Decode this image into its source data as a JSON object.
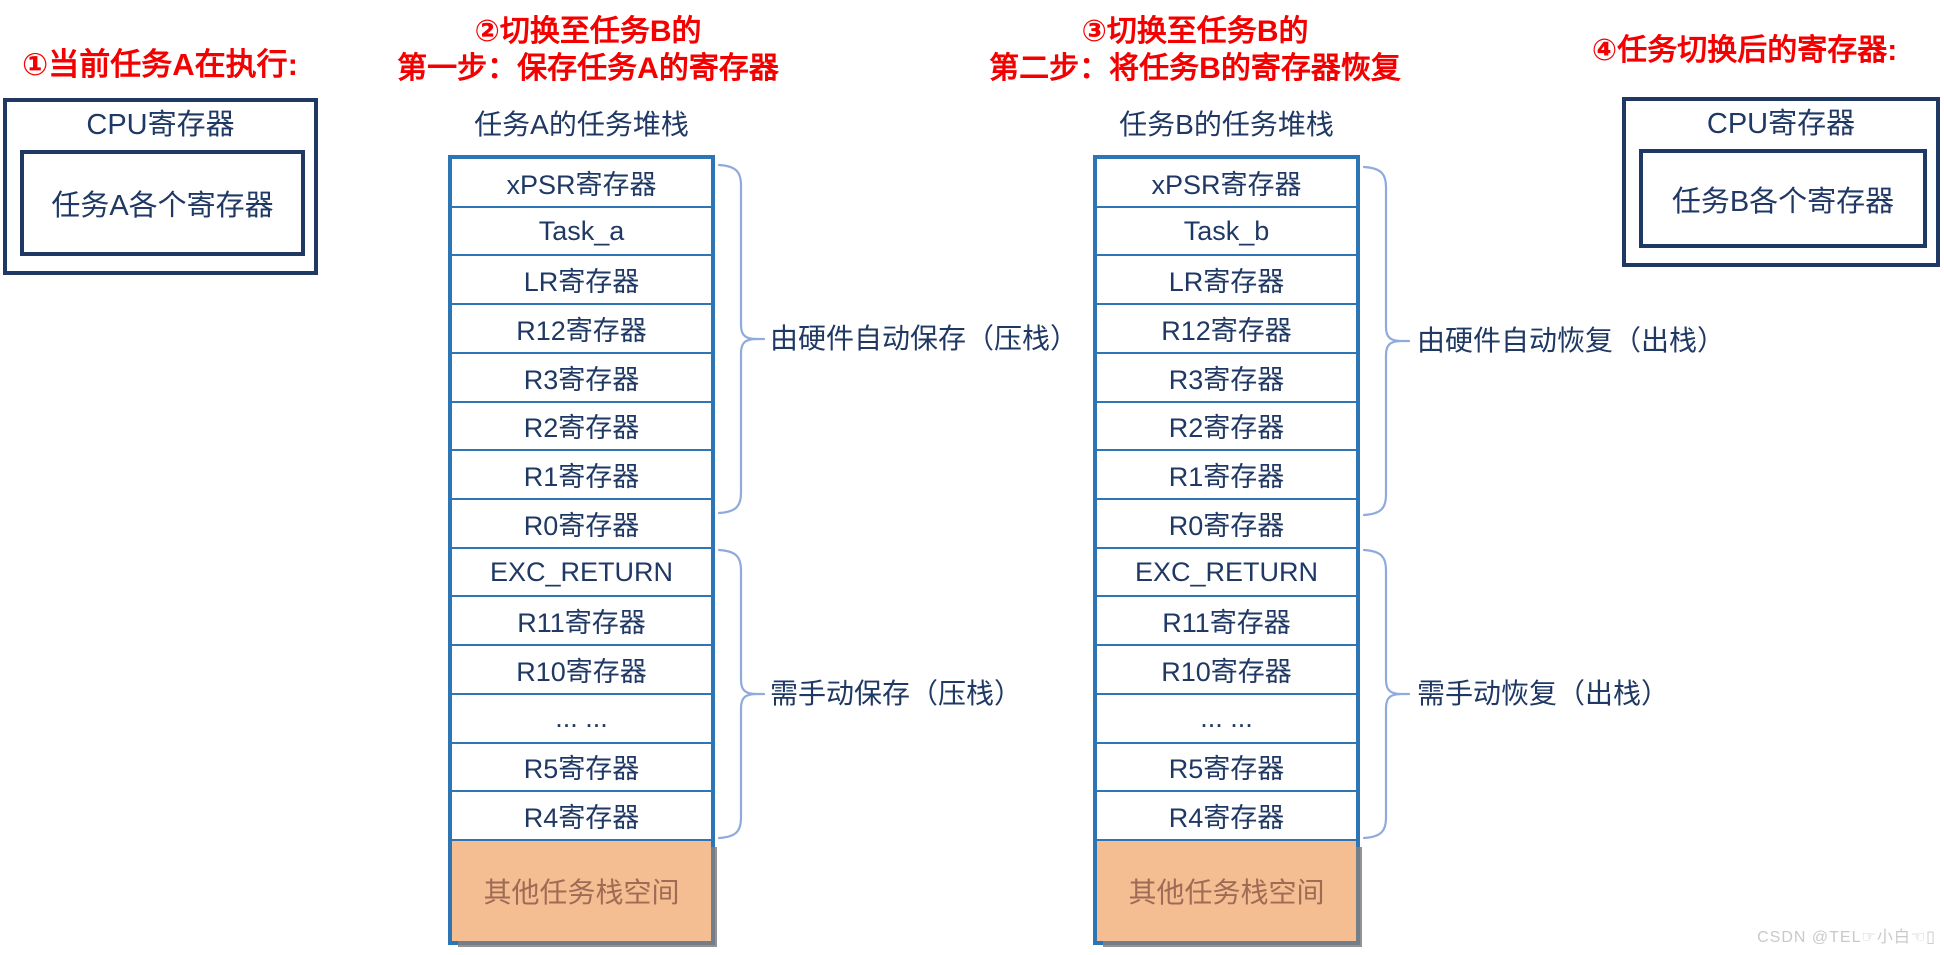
{
  "panel1": {
    "title": "①当前任务A在执行:",
    "box_title": "CPU寄存器",
    "box_content": "任务A各个寄存器"
  },
  "panel2": {
    "title": "②切换至任务B的\n第一步：保存任务A的寄存器",
    "stack_title": "任务A的任务堆栈",
    "rows": [
      "xPSR寄存器",
      "Task_a",
      "LR寄存器",
      "R12寄存器",
      "R3寄存器",
      "R2寄存器",
      "R1寄存器",
      "R0寄存器",
      "EXC_RETURN",
      "R11寄存器",
      "R10寄存器",
      "... ...",
      "R5寄存器",
      "R4寄存器"
    ],
    "bottom_cell": "其他任务栈空间",
    "brace_hw_label": "由硬件自动保存（压栈）",
    "brace_manual_label": "需手动保存（压栈）"
  },
  "panel3": {
    "title": "③切换至任务B的\n第二步：将任务B的寄存器恢复",
    "stack_title": "任务B的任务堆栈",
    "rows": [
      "xPSR寄存器",
      "Task_b",
      "LR寄存器",
      "R12寄存器",
      "R3寄存器",
      "R2寄存器",
      "R1寄存器",
      "R0寄存器",
      "EXC_RETURN",
      "R11寄存器",
      "R10寄存器",
      "... ...",
      "R5寄存器",
      "R4寄存器"
    ],
    "bottom_cell": "其他任务栈空间",
    "brace_hw_label": "由硬件自动恢复（出栈）",
    "brace_manual_label": "需手动恢复（出栈）"
  },
  "panel4": {
    "title": "④任务切换后的寄存器:",
    "box_title": "CPU寄存器",
    "box_content": "任务B各个寄存器"
  },
  "watermark": "CSDN @TEL☞小白☜▯",
  "colors": {
    "step_title_red": "#f40000",
    "navy_text_border": "#1f3864",
    "stack_blue_border": "#2e75b6",
    "brace_light_blue": "#8faadc",
    "orange_fill": "#f5bd92",
    "orange_text": "#9e6b55",
    "shadow_gray": "#808080",
    "watermark_gray": "#c9c9c9"
  }
}
